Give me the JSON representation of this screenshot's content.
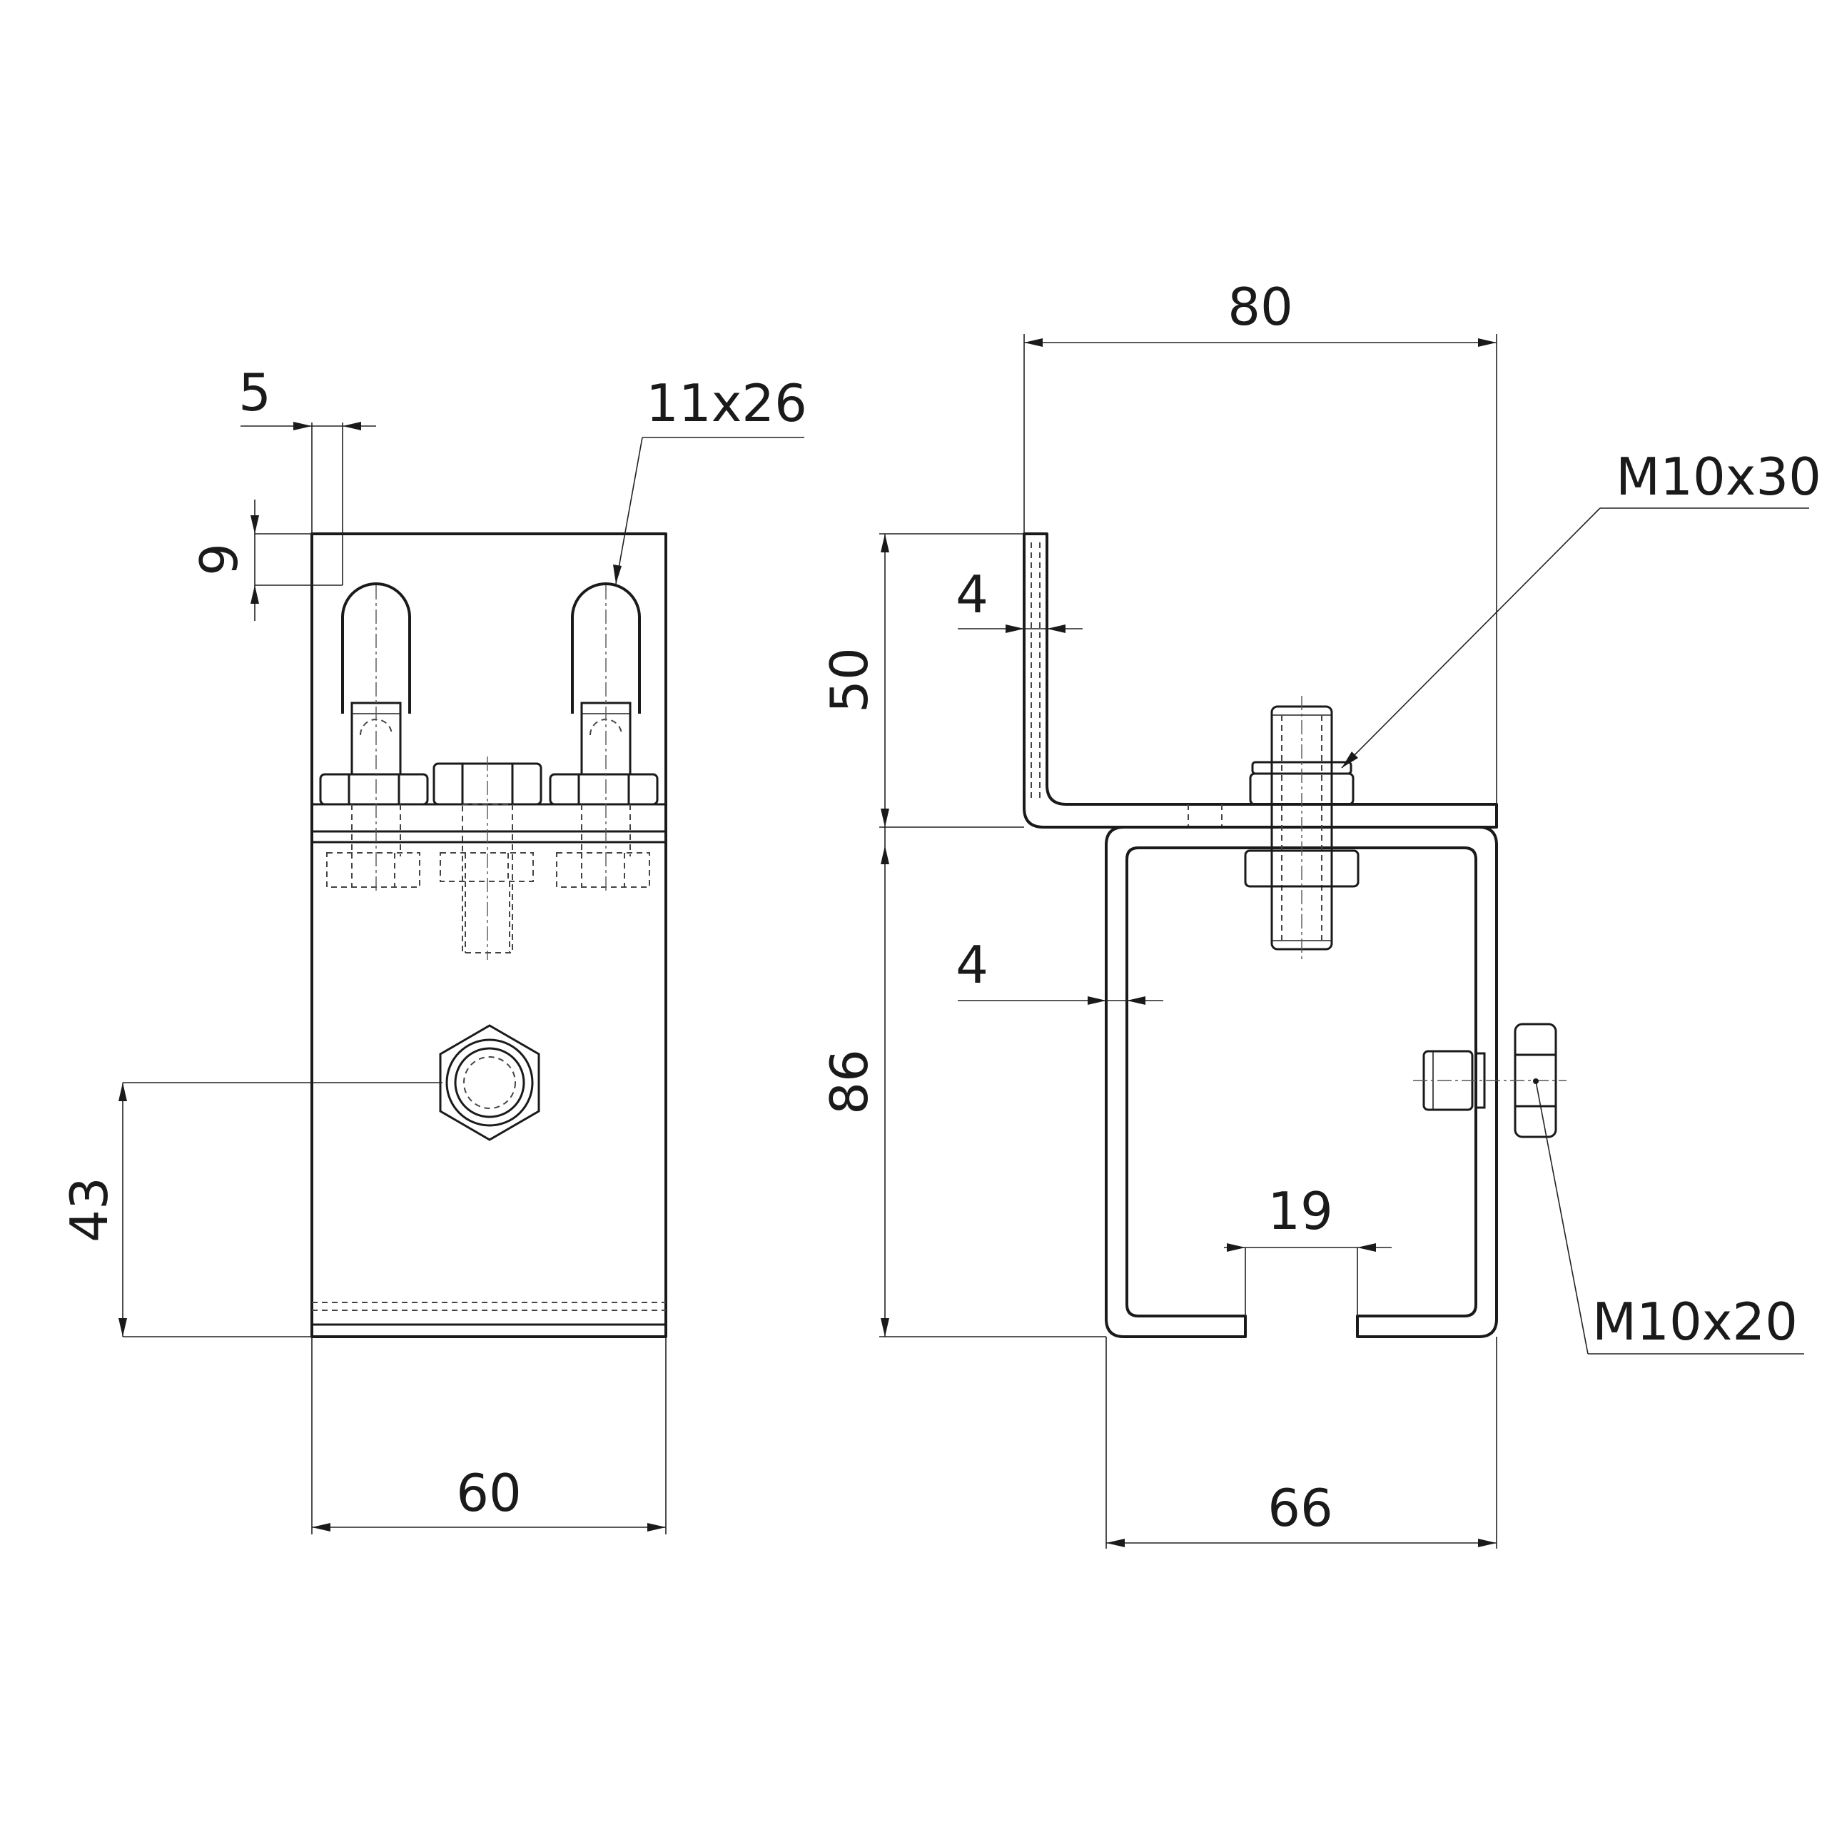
{
  "dimensions": {
    "slot_offset": "5",
    "slot_top": "9",
    "slot_size": "11x26",
    "bracket_width": "60",
    "bolt_height": "43",
    "top_width": "80",
    "bolt_top": "M10x30",
    "flange_thickness": "4",
    "upper_height": "50",
    "channel_wall": "4",
    "channel_height": "86",
    "slot_gap": "19",
    "bolt_side": "M10x20",
    "channel_width": "66"
  }
}
